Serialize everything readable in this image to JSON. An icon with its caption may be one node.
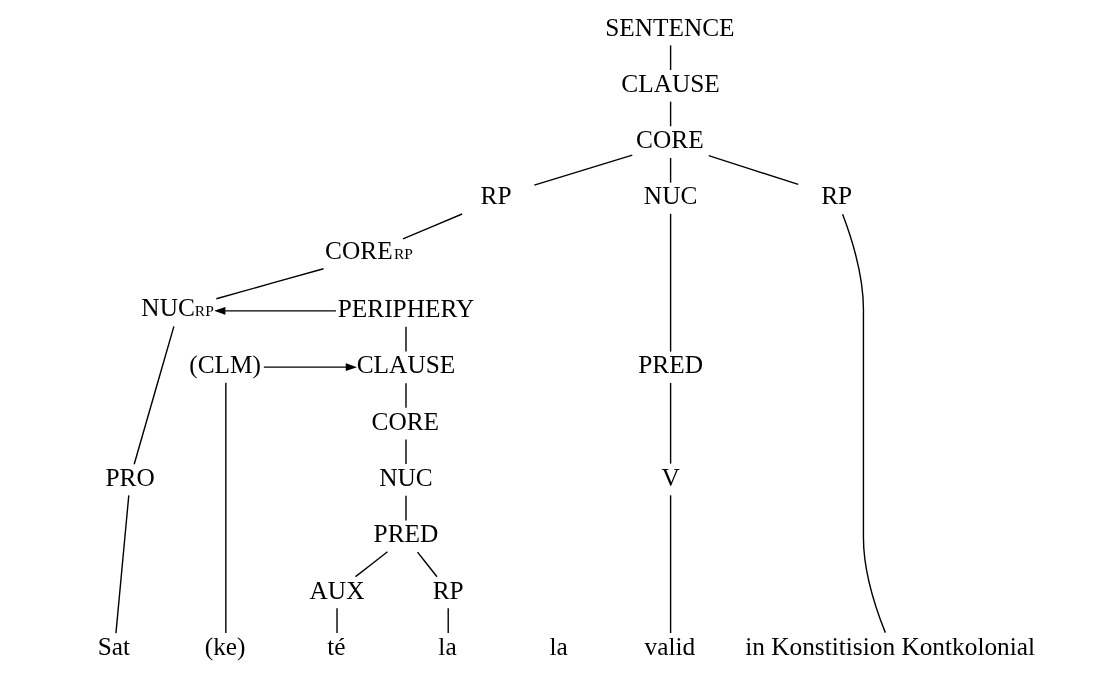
{
  "diagram": {
    "nodes": [
      {
        "text": [
          "SENTENCE"
        ]
      },
      {
        "text": [
          "CLAUSE"
        ]
      },
      {
        "text": [
          "CORE"
        ]
      },
      {
        "text": [
          "RP"
        ]
      },
      {
        "text": [
          "NUC"
        ]
      },
      {
        "text": [
          "RP"
        ]
      },
      {
        "text": [
          "CORE$_{RP}$"
        ]
      },
      {
        "text": [
          "NUC$_{RP}$"
        ]
      },
      {
        "text": [
          "PERIPHERY"
        ]
      },
      {
        "text": [
          "(CLM)"
        ]
      },
      {
        "text": [
          "CLAUSE"
        ]
      },
      {
        "text": [
          "PRED"
        ]
      },
      {
        "text": [
          "CORE"
        ]
      },
      {
        "text": [
          "PRO"
        ]
      },
      {
        "text": [
          "NUC"
        ]
      },
      {
        "text": [
          "V"
        ]
      },
      {
        "text": [
          "PRED"
        ]
      },
      {
        "text": [
          "AUX"
        ]
      },
      {
        "text": [
          "RP"
        ]
      },
      {
        "text": [
          "Sat"
        ]
      },
      {
        "text": [
          "(ke)"
        ]
      },
      {
        "text": [
          "té"
        ]
      },
      {
        "text": [
          "la"
        ]
      },
      {
        "text": [
          "valid"
        ]
      },
      {
        "text": [
          "in Konstitision Kontkolonial"
        ]
      }
    ],
    "edges": [
      {
        "from": 0,
        "to": 1,
        "arrow": "none"
      },
      {
        "from": 1,
        "to": 2,
        "arrow": "none"
      },
      {
        "from": 2,
        "to": 3,
        "arrow": "none"
      },
      {
        "from": 2,
        "to": 4,
        "arrow": "none"
      },
      {
        "from": 2,
        "to": 5,
        "arrow": "none"
      },
      {
        "from": 3,
        "to": 6,
        "arrow": "none"
      },
      {
        "from": 6,
        "to": 7,
        "arrow": "none"
      },
      {
        "from": 8,
        "to": 7,
        "arrow": "to"
      },
      {
        "from": 8,
        "to": 10,
        "arrow": "none"
      },
      {
        "from": 9,
        "to": 10,
        "arrow": "to"
      },
      {
        "from": 4,
        "to": 11,
        "arrow": "none"
      },
      {
        "from": 10,
        "to": 12,
        "arrow": "none"
      },
      {
        "from": 7,
        "to": 13,
        "arrow": "none"
      },
      {
        "from": 12,
        "to": 14,
        "arrow": "none"
      },
      {
        "from": 11,
        "to": 15,
        "arrow": "none"
      },
      {
        "from": 14,
        "to": 16,
        "arrow": "none"
      },
      {
        "from": 16,
        "to": 17,
        "arrow": "none"
      },
      {
        "from": 16,
        "to": 18,
        "arrow": "none"
      },
      {
        "from": 13,
        "to": 19,
        "arrow": "none"
      },
      {
        "from": 9,
        "to": 20,
        "arrow": "none"
      },
      {
        "from": 17,
        "to": 21,
        "arrow": "none"
      },
      {
        "from": 18,
        "to": 22,
        "arrow": "none"
      },
      {
        "from": 15,
        "to": 23,
        "arrow": "none"
      },
      {
        "from": 5,
        "to": 24,
        "arrow": "none"
      }
    ],
    "labels": [
      "la"
    ]
  }
}
